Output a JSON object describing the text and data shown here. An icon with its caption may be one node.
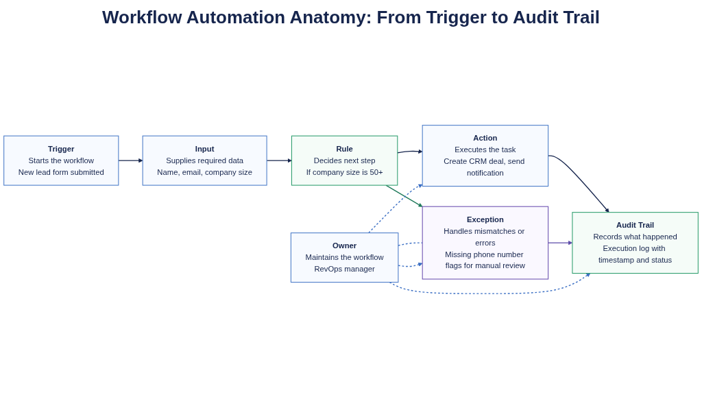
{
  "diagram": {
    "title": "Workflow Automation Anatomy: From Trigger to Audit Trail",
    "nodes": [
      {
        "text": [
          "Trigger",
          "Starts the workflow",
          "New lead form submitted"
        ]
      },
      {
        "text": [
          "Input",
          "Supplies required data",
          "Name, email, company size"
        ]
      },
      {
        "text": [
          "Rule",
          "Decides next step",
          "If company size is 50+"
        ]
      },
      {
        "text": [
          "Action",
          "Executes the task",
          "Create CRM deal, send notification"
        ]
      },
      {
        "text": [
          "Audit Trail",
          "Records what happened",
          "Execution log with timestamp and status"
        ]
      },
      {
        "text": [
          "Exception",
          "Handles mismatches or errors",
          "Missing phone number flags for manual review"
        ]
      },
      {
        "text": [
          "Owner",
          "Maintains the workflow",
          "RevOps manager"
        ]
      }
    ],
    "edges": [
      {
        "from": 0,
        "to": 1,
        "arrow": "to"
      },
      {
        "from": 1,
        "to": 2,
        "arrow": "to"
      },
      {
        "from": 2,
        "to": 3,
        "arrow": "to"
      },
      {
        "from": 3,
        "to": 4,
        "arrow": "to"
      },
      {
        "from": 2,
        "to": 5,
        "arrow": "to",
        "color": "#1f7a5a"
      },
      {
        "from": 5,
        "to": 4,
        "arrow": "to",
        "color": "#5b4aa8"
      },
      {
        "from": 6,
        "to": 5,
        "arrow": "none",
        "style": "dashed",
        "color": "#3b6fc4"
      },
      {
        "from": 6,
        "to": 5,
        "arrow": "to",
        "style": "dashed",
        "color": "#3b6fc4"
      },
      {
        "from": 6,
        "to": 3,
        "arrow": "to",
        "style": "dashed",
        "color": "#3b6fc4"
      },
      {
        "from": 6,
        "to": 4,
        "arrow": "to",
        "style": "dashed",
        "color": "#3b6fc4"
      }
    ]
  }
}
